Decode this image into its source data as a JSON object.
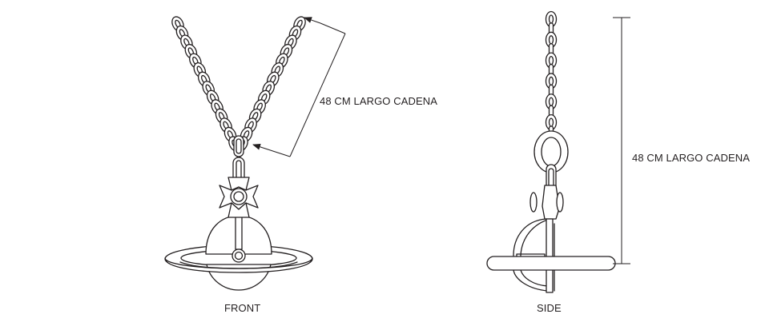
{
  "front": {
    "view_label": "FRONT",
    "dimension_label": "48 CM LARGO CADENA"
  },
  "side": {
    "view_label": "SIDE",
    "dimension_label": "48 CM LARGO CADENA"
  },
  "colors": {
    "line": "#231f20",
    "background": "#ffffff"
  }
}
